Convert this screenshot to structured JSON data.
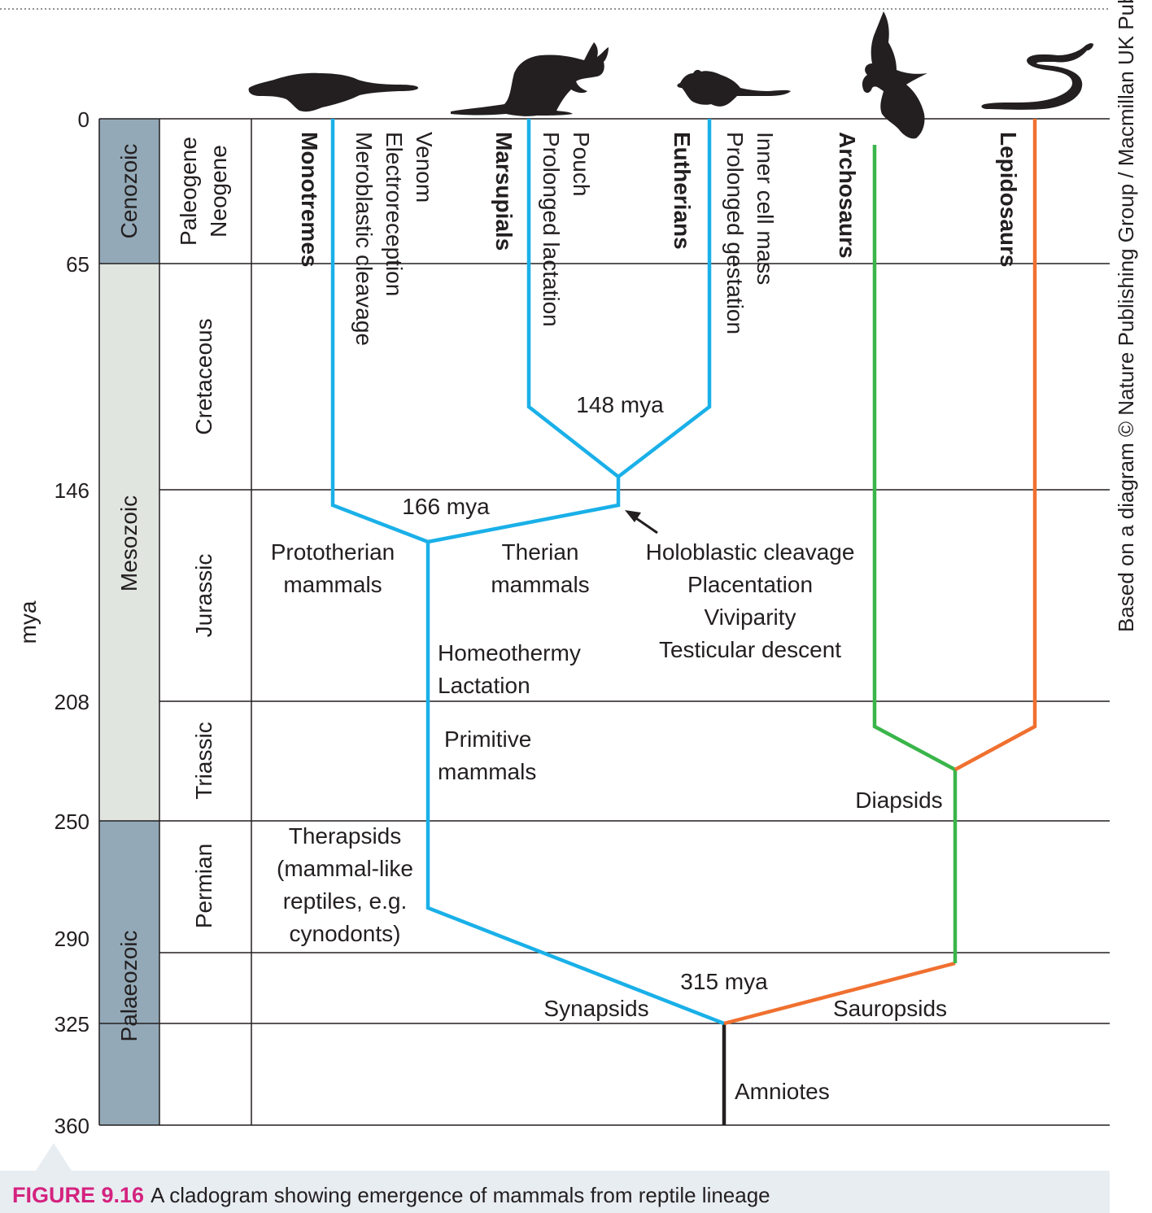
{
  "axis": {
    "label": "mya",
    "ticks": [
      "0",
      "65",
      "146",
      "208",
      "250",
      "290",
      "325",
      "360"
    ]
  },
  "eras": [
    "Cenozoic",
    "Mesozoic",
    "Palaeozoic"
  ],
  "periods": {
    "paleogene": "Paleogene",
    "neogene": "Neogene",
    "cretaceous": "Cretaceous",
    "jurassic": "Jurassic",
    "triassic": "Triassic",
    "permian": "Permian"
  },
  "clades": {
    "monotremes": "Monotremes",
    "marsupials": "Marsupials",
    "eutherians": "Eutherians",
    "archosaurs": "Archosaurs",
    "lepidosaurs": "Lepidosaurs"
  },
  "traits": {
    "monotremes": [
      "Venom",
      "Electroreception",
      "Meroblastic cleavage"
    ],
    "marsupials": [
      "Pouch",
      "Prolonged lactation"
    ],
    "eutherians": [
      "Inner cell mass",
      "Prolonged gestation"
    ],
    "therians": [
      "Holoblastic cleavage",
      "Placentation",
      "Viviparity",
      "Testicular descent"
    ],
    "mammals": [
      "Homeothermy",
      "Lactation"
    ]
  },
  "groups": {
    "prototherian": [
      "Prototherian",
      "mammals"
    ],
    "therian": [
      "Therian",
      "mammals"
    ],
    "primitive": [
      "Primitive",
      "mammals"
    ],
    "therapsids": [
      "Therapsids",
      "(mammal-like",
      "reptiles, e.g.",
      "cynodonts)"
    ],
    "diapsids": "Diapsids",
    "synapsids": "Synapsids",
    "sauropsids": "Sauropsids",
    "amniotes": "Amniotes"
  },
  "divergences": {
    "eutherian_marsupial": "148 mya",
    "therian_prototherian": "166 mya",
    "synapsid_sauropsid": "315 mya"
  },
  "credit": "Based on a diagram © Nature Publishing Group / Macmillan UK Publishers",
  "caption": {
    "label": "FIGURE 9.16",
    "text": "A cladogram showing emergence of mammals from reptile lineage"
  },
  "colors": {
    "mammal_lineage": "#1ab0e8",
    "archosaur_lineage": "#3ab54a",
    "sauropsid_lineage": "#f07030",
    "cenozoic_band": "#93a9b7",
    "mesozoic_band": "#e1e5e0",
    "palaeozoic_band": "#93a9b7",
    "caption_label": "#d4237f",
    "caption_background": "#e8edf2"
  },
  "silhouettes": [
    "platypus",
    "kangaroo",
    "rodent",
    "bird",
    "snake"
  ]
}
